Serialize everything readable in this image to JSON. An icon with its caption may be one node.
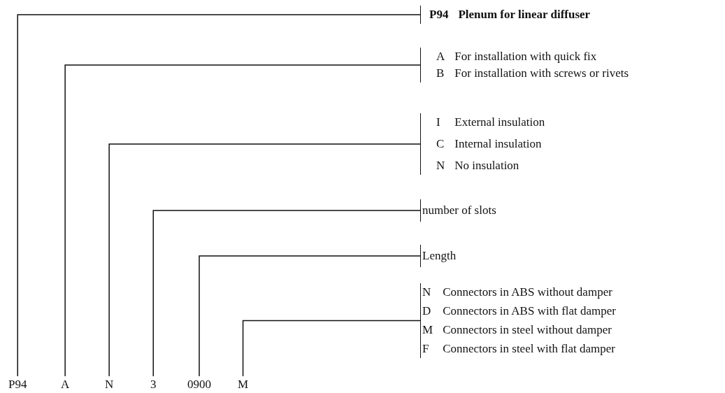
{
  "diagram": {
    "nodes": [
      {
        "text": [
          "P94"
        ]
      },
      {
        "text": [
          "A"
        ]
      },
      {
        "text": [
          "N"
        ]
      },
      {
        "text": [
          "3"
        ]
      },
      {
        "text": [
          "0900"
        ]
      },
      {
        "text": [
          "M"
        ]
      },
      {
        "text": [
          "P94",
          "Plenum for linear diffuser"
        ]
      },
      {
        "text": [
          "A",
          "For installation with quick fix",
          "B",
          "For installation with screws or rivets"
        ]
      },
      {
        "text": [
          "I",
          "External insulation",
          "C",
          "Internal insulation",
          "N",
          "No insulation"
        ]
      },
      {
        "text": [
          "number of slots"
        ]
      },
      {
        "text": [
          "Length"
        ]
      },
      {
        "text": [
          "N",
          "Connectors in ABS without damper",
          "D",
          "Connectors in ABS with flat damper",
          "M",
          "Connectors in steel without damper",
          "F",
          "Connectors in steel with flat damper"
        ]
      }
    ],
    "edges": [
      {
        "from": 0,
        "to": 6,
        "arrow": "none"
      },
      {
        "from": 1,
        "to": 7,
        "arrow": "none"
      },
      {
        "from": 2,
        "to": 8,
        "arrow": "none"
      },
      {
        "from": 3,
        "to": 9,
        "arrow": "none"
      },
      {
        "from": 4,
        "to": 10,
        "arrow": "none"
      },
      {
        "from": 5,
        "to": 11,
        "arrow": "none"
      }
    ]
  }
}
